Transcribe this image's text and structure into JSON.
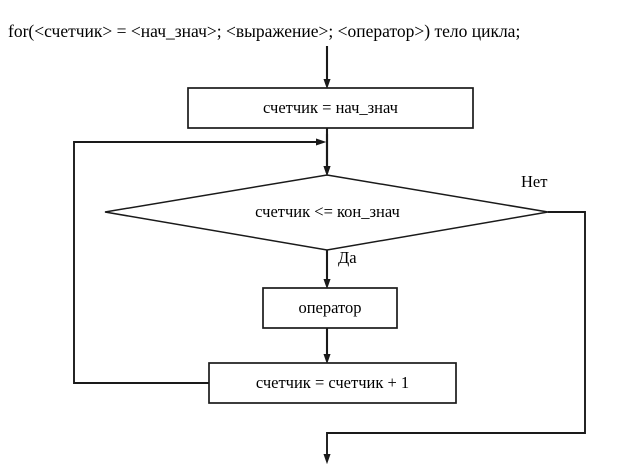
{
  "diagram": {
    "title_code": "for(<счетчик> = <нач_знач>; <выражение>; <оператор>)  тело цикла;",
    "nodes": {
      "init": {
        "id": "box-init",
        "type": "process",
        "label": "счетчик = нач_знач"
      },
      "condition": {
        "id": "diamond-condition",
        "type": "decision",
        "label": "счетчик <= кон_знач"
      },
      "statement": {
        "id": "box-statement",
        "type": "process",
        "label": "оператор"
      },
      "increment": {
        "id": "box-increment",
        "type": "process",
        "label": "счетчик = счетчик + 1"
      }
    },
    "edge_labels": {
      "yes": "Да",
      "no": "Нет"
    },
    "colors": {
      "stroke": "#1a1a1a",
      "background": "#ffffff",
      "text": "#000000"
    }
  }
}
